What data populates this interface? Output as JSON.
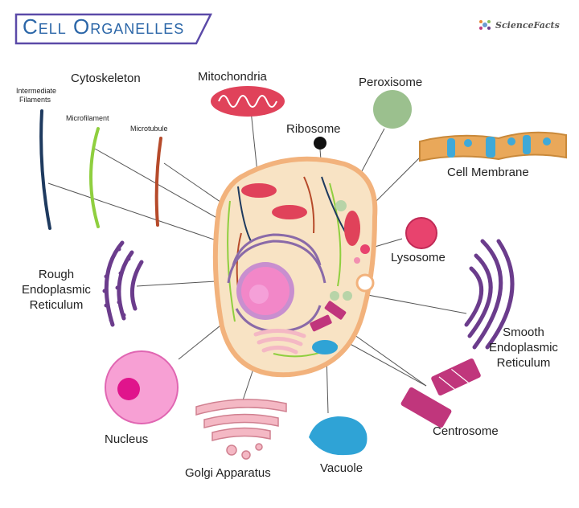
{
  "title": "Cell Organelles",
  "brand": "ScienceFacts",
  "labels": {
    "cytoskeleton": "Cytoskeleton",
    "intermediate_filaments_1": "Intermediate",
    "intermediate_filaments_2": "Filaments",
    "microfilament": "Microfilament",
    "microtubule": "Microtubule",
    "mitochondria": "Mitochondria",
    "peroxisome": "Peroxisome",
    "ribosome": "Ribosome",
    "cell_membrane": "Cell Membrane",
    "lysosome": "Lysosome",
    "rough_er_1": "Rough",
    "rough_er_2": "Endoplasmic",
    "rough_er_3": "Reticulum",
    "smooth_er_1": "Smooth",
    "smooth_er_2": "Endoplasmic",
    "smooth_er_3": "Reticulum",
    "nucleus": "Nucleus",
    "golgi": "Golgi Apparatus",
    "vacuole": "Vacuole",
    "centrosome": "Centrosome"
  },
  "colors": {
    "title": "#2b66a8",
    "title_border": "#5b4aa8",
    "cell_fill": "#f8e3c4",
    "cell_border": "#f2b27c",
    "mitochondria": "#e0425a",
    "peroxisome": "#9bc08e",
    "lysosome": "#e8436e",
    "er": "#6b3c8c",
    "nucleus": "#f287c8",
    "golgi": "#f4b8c4",
    "vacuole": "#2fa3d6",
    "centrosome": "#c0367c",
    "cytoskeleton_intermediate": "#1e3a5f",
    "cytoskeleton_microfilament": "#8fcf3f",
    "cytoskeleton_microtubule": "#b64a2a",
    "membrane": "#c9893a"
  }
}
